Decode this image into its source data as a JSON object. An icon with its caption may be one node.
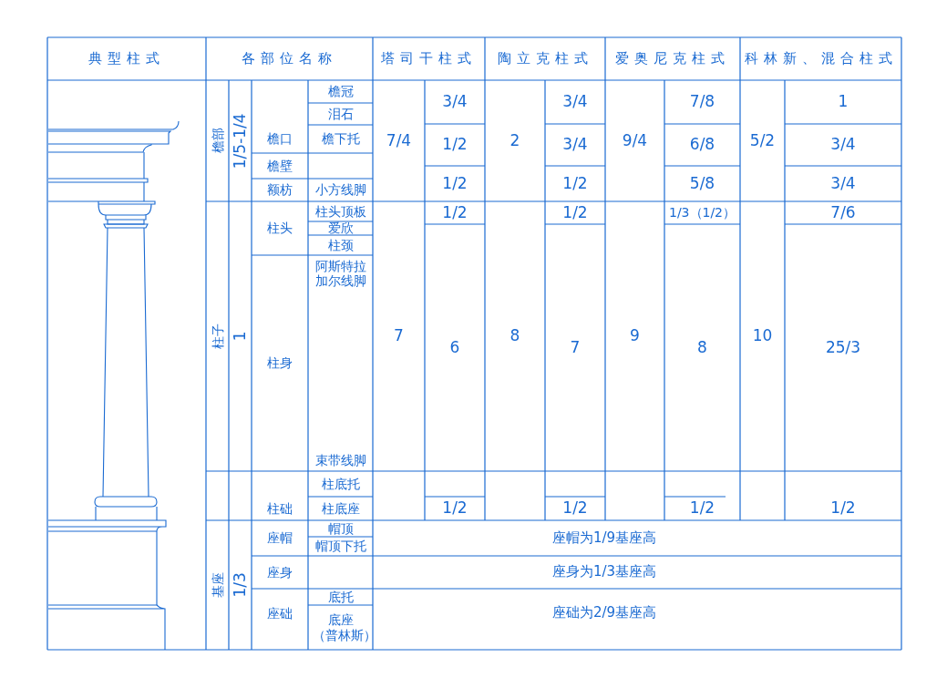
{
  "diagram": {
    "labels": [
      "典型柱式",
      "各部位名称",
      "塔司干柱式",
      "陶立克柱式",
      "爱奥尼克柱式",
      "科林新、混合柱式",
      "檐冠",
      "3/4",
      "3/4",
      "7/8",
      "1",
      "泪石",
      "檐部",
      "1/5-1/4",
      "檐口",
      "檐下托",
      "7/4",
      "1/2",
      "2",
      "3/4",
      "9/4",
      "6/8",
      "5/2",
      "3/4",
      "檐壁",
      "额枋",
      "小方线脚",
      "1/2",
      "1/2",
      "5/8",
      "3/4",
      "柱头顶板",
      "1/2",
      "1/2",
      "1/3（1/2）",
      "7/6",
      "柱头",
      "爱欣",
      "柱颈",
      "阿斯特拉加尔线脚",
      "柱子",
      "1",
      "柱身",
      "7",
      "6",
      "8",
      "7",
      "9",
      "8",
      "10",
      "25/3",
      "束带线脚",
      "柱底托",
      "柱础",
      "柱底座",
      "1/2",
      "1/2",
      "1/2",
      "1/2",
      "帽顶",
      "座帽",
      "座帽为1/9基座高",
      "帽顶下托",
      "基座",
      "1/3",
      "座身",
      "座身为1/3基座高",
      "底托",
      "座础",
      "座础为2/9基座高",
      "底座（普林斯）"
    ]
  }
}
